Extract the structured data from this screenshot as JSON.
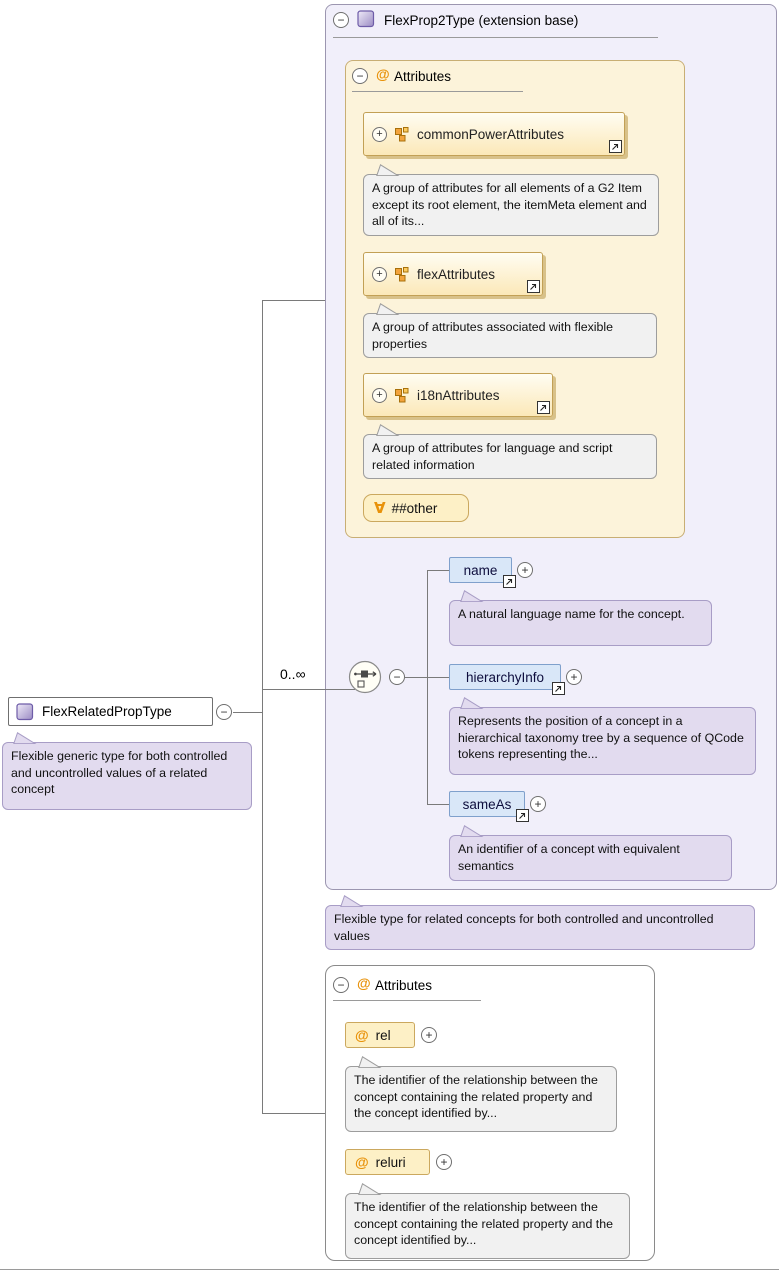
{
  "icons": {
    "collapse_glyph": "−",
    "expand_glyph": "+",
    "at_symbol": "@",
    "wildcard_symbol": "∀",
    "ref_arrow": "↗"
  },
  "root": {
    "title": "FlexRelatedPropType",
    "annotation": "Flexible generic type for both controlled and uncontrolled values of a related concept"
  },
  "base_type": {
    "title": "FlexProp2Type (extension base)",
    "attributes": {
      "label": "Attributes",
      "groups": [
        {
          "name": "commonPowerAttributes",
          "doc": "A group of attributes for all elements of a G2 Item except its root element, the itemMeta element and all of its..."
        },
        {
          "name": "flexAttributes",
          "doc": "A group of attributes associated with flexible properties"
        },
        {
          "name": "i18nAttributes",
          "doc": "A group of attributes for language and script related information"
        }
      ],
      "wildcard": "##other"
    },
    "content": {
      "cardinality": "0..∞",
      "elements": [
        {
          "name": "name",
          "doc": "A natural language name for the concept."
        },
        {
          "name": "hierarchyInfo",
          "doc": "Represents the position of a concept in a hierarchical taxonomy tree by a sequence of QCode tokens representing the..."
        },
        {
          "name": "sameAs",
          "doc": "An identifier of a concept with equivalent semantics"
        }
      ]
    }
  },
  "type_annotation": "Flexible type for related concepts for both controlled and uncontrolled values",
  "attributes": {
    "label": "Attributes",
    "items": [
      {
        "name": "rel",
        "doc": "The identifier of the relationship between the concept containing the related property and the concept identified by..."
      },
      {
        "name": "reluri",
        "doc": "The identifier of the relationship between the concept containing the related property and the concept identified by..."
      }
    ]
  },
  "colors": {
    "type_box_fill": "#F1EFFA",
    "attributes_section_fill": "#FCF3DA",
    "group_fill": "#FBE8B8",
    "element_fill": "#D9E7F8",
    "attribute_fill": "#FDF0C6",
    "annotation_fill": "#E2DBEF",
    "doc_fill": "#F1F1F1",
    "accent_orange": "#E8920A"
  }
}
